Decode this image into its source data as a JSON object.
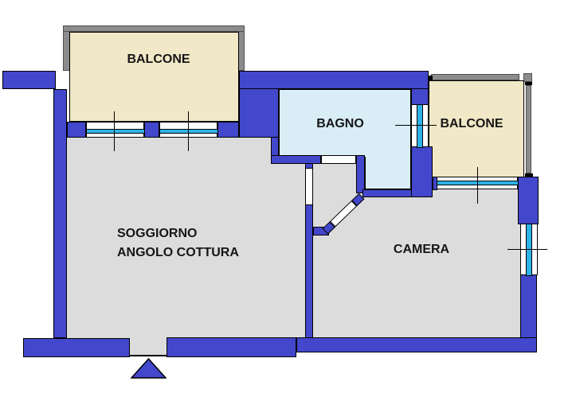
{
  "plan_title": "apartment floor plan",
  "labels": {
    "balcony_top": "BALCONE",
    "bagno": "BAGNO",
    "balcony_right": "BALCONE",
    "soggiorno_line1": "SOGGIORNO",
    "soggiorno_line2": "ANGOLO COTTURA",
    "camera": "CAMERA"
  },
  "colors": {
    "wall": "#4347cb",
    "floor": "#dcdcdc",
    "bathroom_floor": "#d8edf6",
    "balcony_floor": "#f0e8c6",
    "railing": "#8c8c8c",
    "window_glass": "#2db3e8",
    "outline": "#000000",
    "background": "#ffffff"
  },
  "icons": {
    "entrance_marker": "up-triangle"
  }
}
